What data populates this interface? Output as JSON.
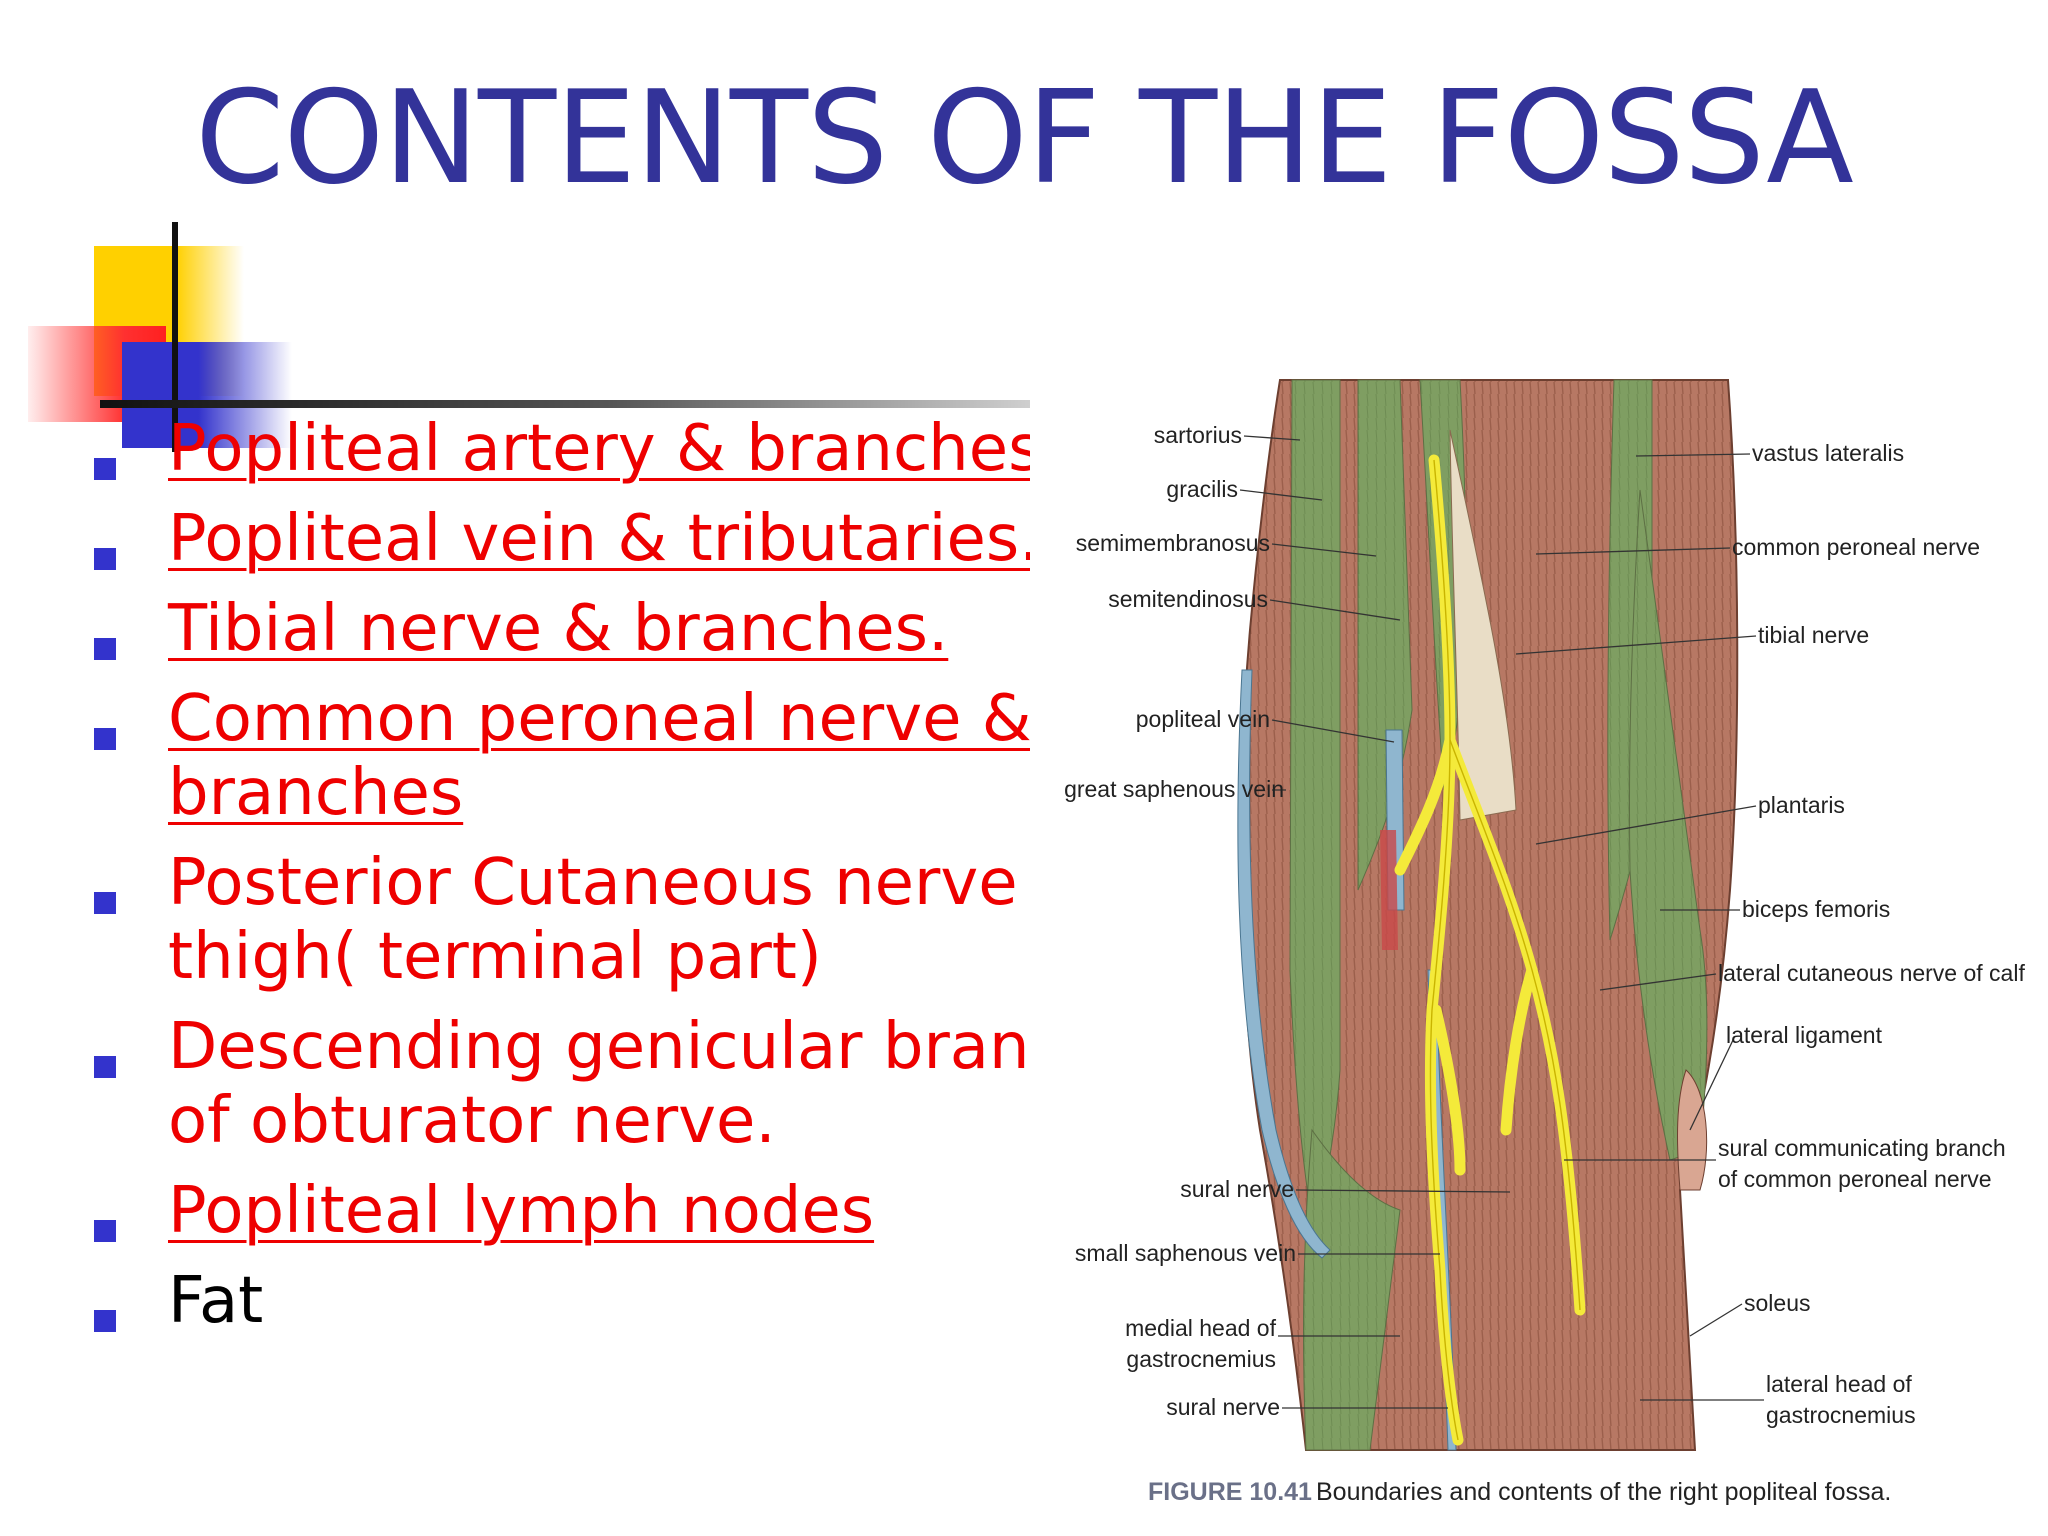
{
  "slide": {
    "title": "CONTENTS OF THE FOSSA",
    "bullets": [
      {
        "lines": [
          "Popliteal artery & branches."
        ],
        "link": true
      },
      {
        "lines": [
          "Popliteal vein & tributaries."
        ],
        "link": true
      },
      {
        "lines": [
          "Tibial nerve & branches."
        ],
        "link": true
      },
      {
        "lines": [
          "Common peroneal nerve &",
          "branches"
        ],
        "link": true
      },
      {
        "lines": [
          "Posterior Cutaneous nerve of",
          "thigh( terminal part)"
        ],
        "link": false
      },
      {
        "lines": [
          "Descending genicular branch",
          "of obturator nerve."
        ],
        "link": false
      },
      {
        "lines": [
          "Popliteal lymph nodes"
        ],
        "link": true
      },
      {
        "lines": [
          "Fat"
        ],
        "link": false,
        "black": true
      }
    ]
  },
  "figure": {
    "labels_left": [
      "sartorius",
      "gracilis",
      "semimembranosus",
      "semitendinosus",
      "popliteal vein",
      "great saphenous vein",
      "sural nerve",
      "small saphenous vein",
      "medial head of",
      "gastrocnemius",
      "sural nerve"
    ],
    "labels_right": [
      "vastus lateralis",
      "common peroneal nerve",
      "tibial nerve",
      "plantaris",
      "biceps femoris",
      "lateral cutaneous nerve of calf",
      "lateral ligament",
      "sural communicating branch",
      "of common peroneal nerve",
      "soleus",
      "lateral head of",
      "gastrocnemius"
    ],
    "caption_label": "FIGURE 10.41",
    "caption_text": "Boundaries and contents of the right popliteal fossa."
  },
  "colors": {
    "title": "#333399",
    "bullet_text": "#ee0000",
    "bullet_marker": "#3333cc",
    "muscle": "#b77864",
    "tendon_green": "#7f9e62",
    "nerve_yellow": "#f4ea3a",
    "vein_blue": "#8fb6cf"
  }
}
